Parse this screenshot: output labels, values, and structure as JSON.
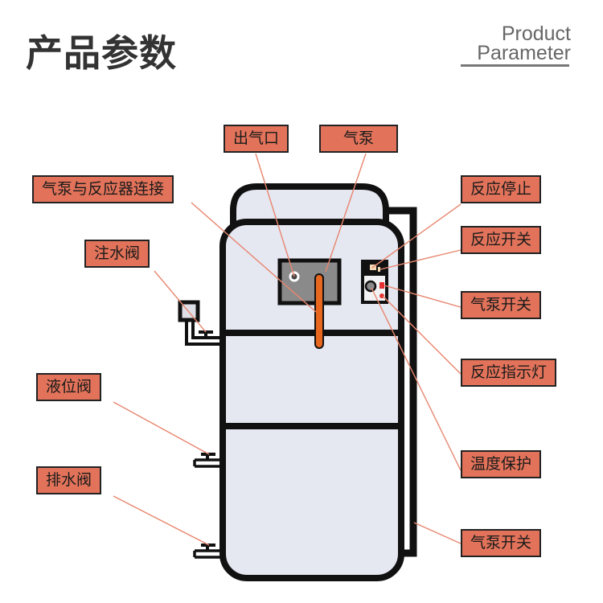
{
  "header": {
    "title_cn": "产品参数",
    "title_en_line1": "Product",
    "title_en_line2": "Parameter"
  },
  "colors": {
    "label_bg": "#e2735a",
    "tank_fill": "#e5e7f1",
    "outline": "#111111",
    "leader_line": "#e8866f",
    "pump_tube": "#e8661e"
  },
  "labels": {
    "outlet": "出气口",
    "air_pump": "气泵",
    "pump_reactor_link": "气泵与反应器连接",
    "water_inlet_valve": "注水阀",
    "level_valve": "液位阀",
    "drain_valve": "排水阀",
    "reaction_stop": "反应停止",
    "reaction_switch": "反应开关",
    "pump_switch": "气泵开关",
    "reaction_indicator": "反应指示灯",
    "temp_protection": "温度保护",
    "pump_switch_2": "气泵开关"
  }
}
